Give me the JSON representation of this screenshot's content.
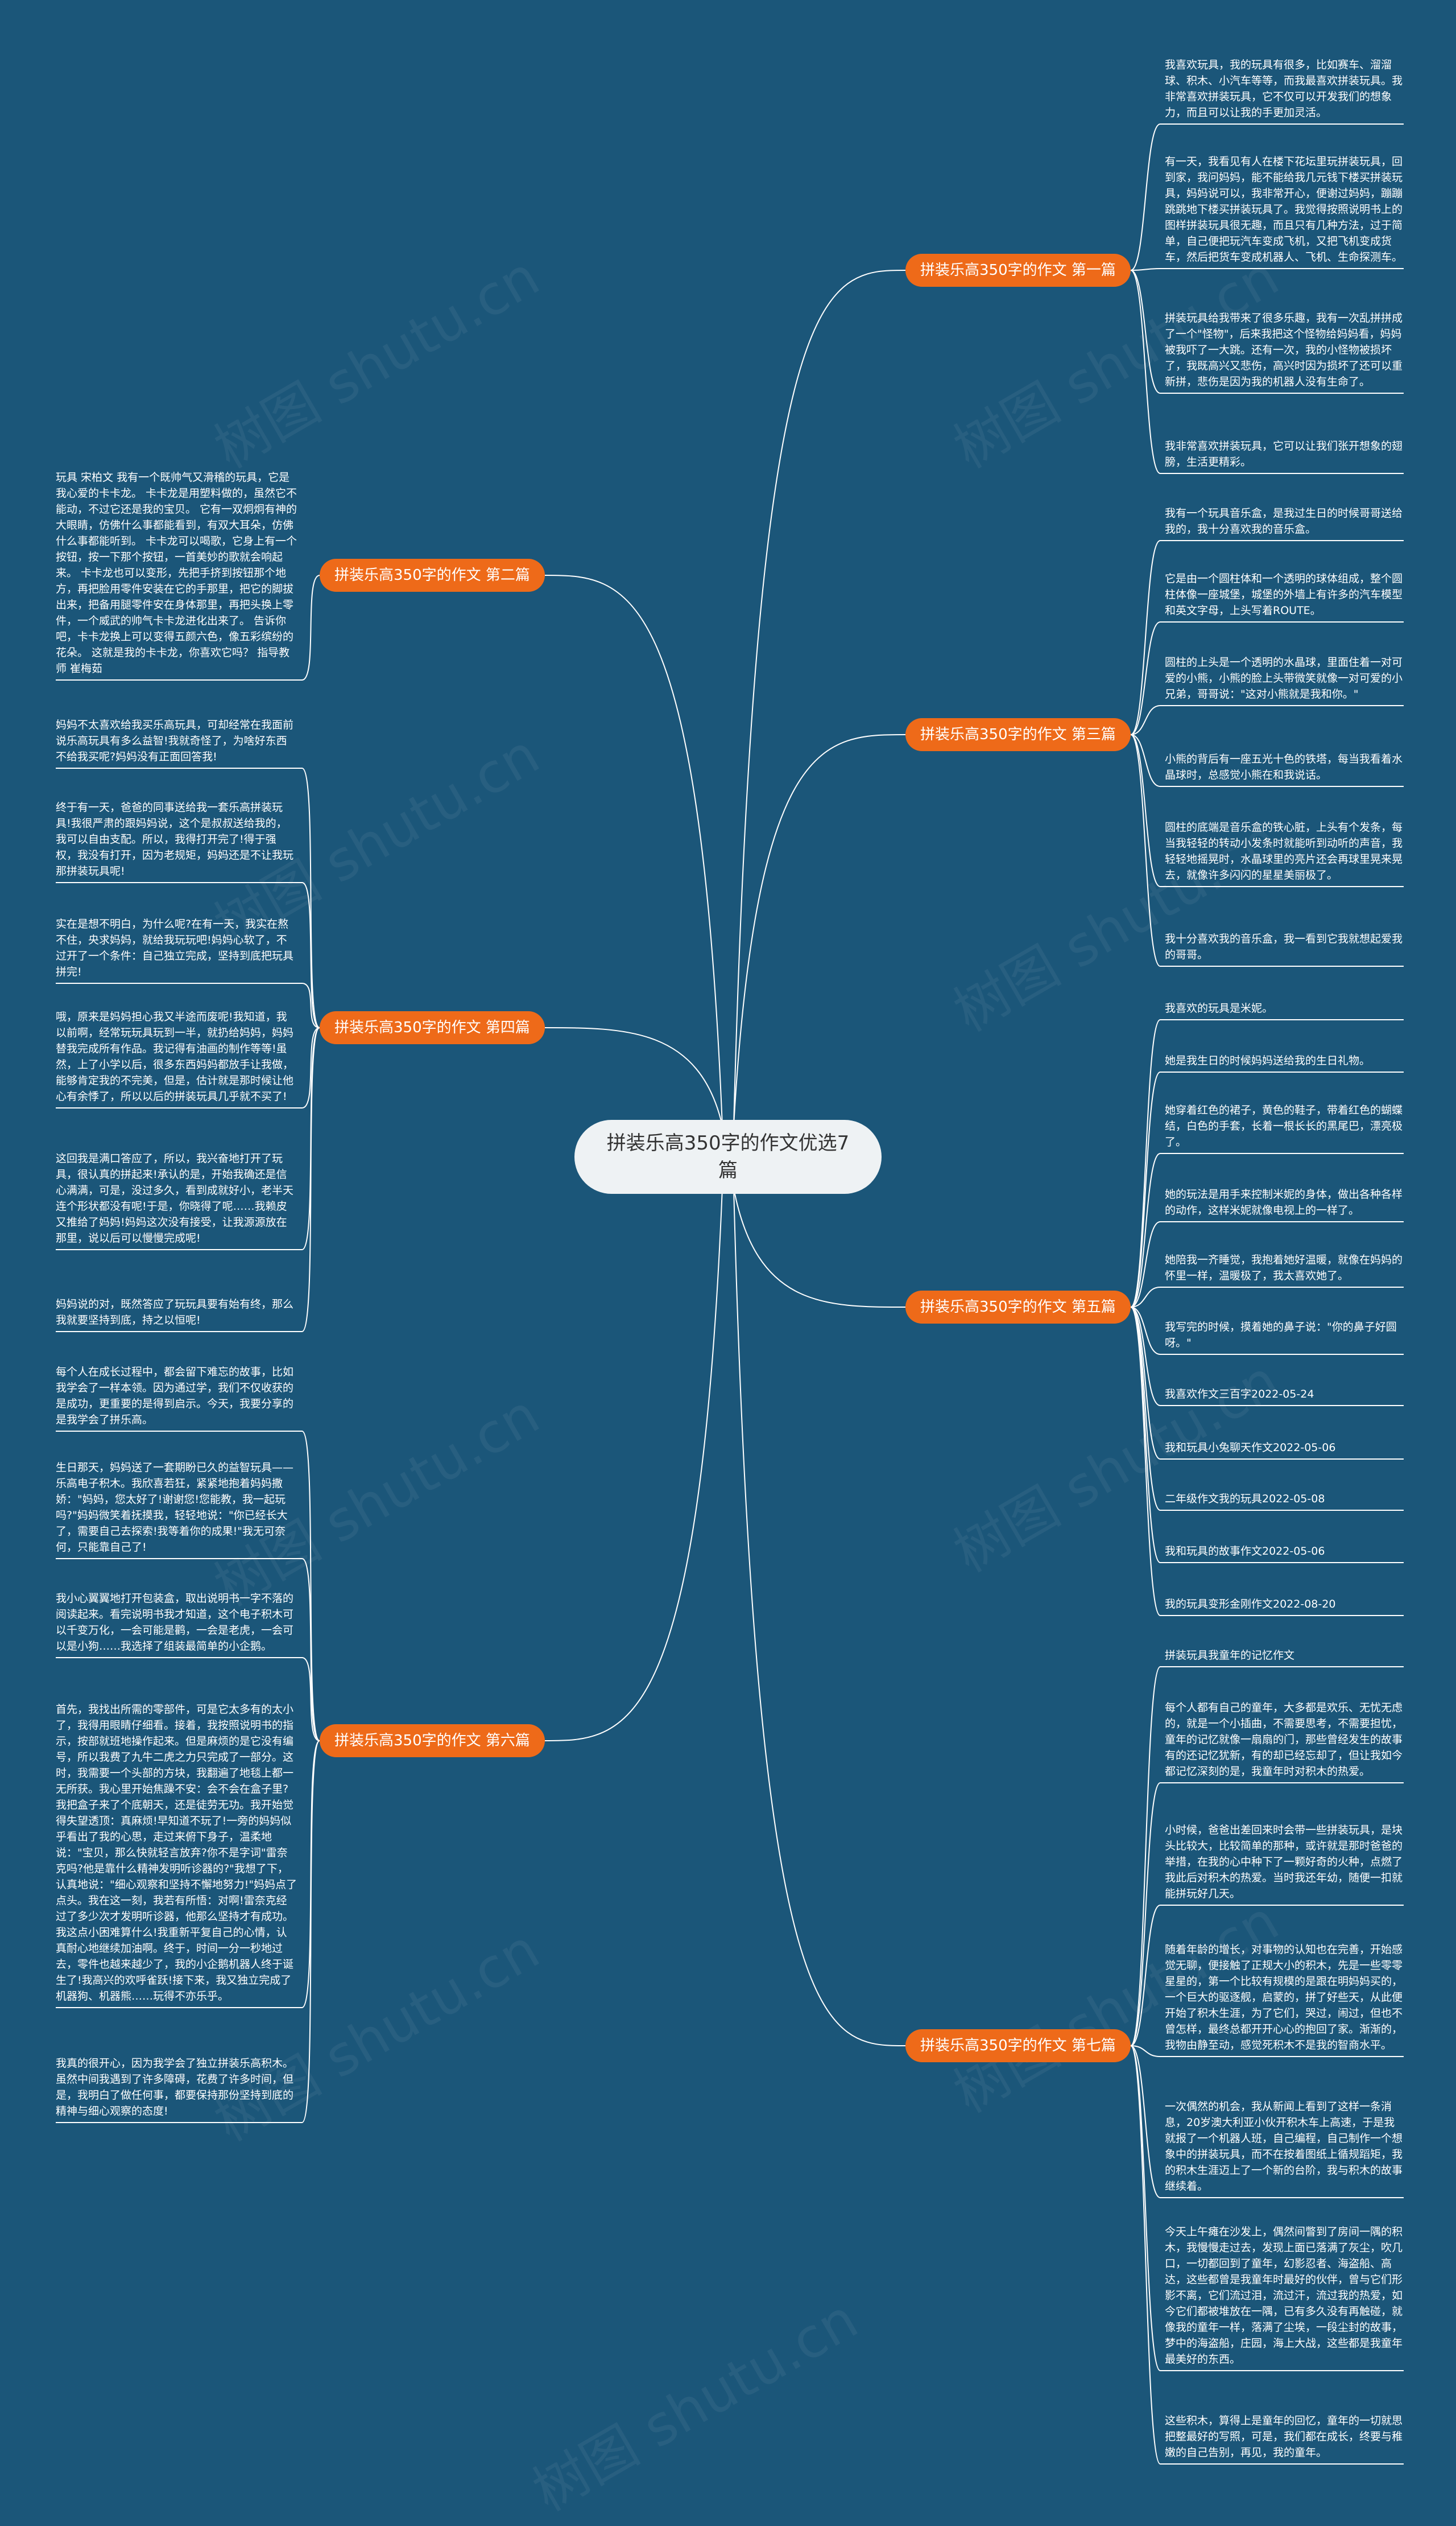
{
  "title": "拼装乐高350字的作文优选7篇",
  "watermark": "树图 shutu.cn",
  "colors": {
    "background": "#1b5679",
    "branch": "#ee6a19",
    "center": "#eef2f4",
    "line": "#ffffff"
  },
  "branches": [
    {
      "label": "拼装乐高350字的作文 第一篇",
      "leaves": [
        "我喜欢玩具，我的玩具有很多，比如赛车、溜溜球、积木、小汽车等等，而我最喜欢拼装玩具。我非常喜欢拼装玩具，它不仅可以开发我们的想象力，而且可以让我的手更加灵活。",
        "有一天，我看见有人在楼下花坛里玩拼装玩具，回到家，我问妈妈，能不能给我几元钱下楼买拼装玩具，妈妈说可以，我非常开心，便谢过妈妈，蹦蹦跳跳地下楼买拼装玩具了。我觉得按照说明书上的图样拼装玩具很无趣，而且只有几种方法，过于简单，自己便把玩汽车变成飞机，又把飞机变成货车，然后把货车变成机器人、飞机、生命探测车。",
        "拼装玩具给我带来了很多乐趣，我有一次乱拼拼成了一个\"怪物\"，后来我把这个怪物给妈妈看，妈妈被我吓了一大跳。还有一次，我的小怪物被损坏了，我既高兴又悲伤，高兴时因为损坏了还可以重新拼，悲伤是因为我的机器人没有生命了。",
        "我非常喜欢拼装玩具，它可以让我们张开想象的翅膀，生活更精彩。"
      ]
    },
    {
      "label": "拼装乐高350字的作文 第二篇",
      "leaves": [
        "玩具 宋柏文 我有一个既帅气又滑稽的玩具，它是我心爱的卡卡龙。 卡卡龙是用塑料做的，虽然它不能动，不过它还是我的宝贝。 它有一双炯炯有神的大眼睛，仿佛什么事都能看到，有双大耳朵，仿佛什么事都能听到。 卡卡龙可以喝歌，它身上有一个按钮，按一下那个按钮，一首美妙的歌就会响起来。 卡卡龙也可以变形，先把手挤到按钮那个地方，再把脸用零件安装在它的手那里，把它的脚拔出来，把备用腿零件安在身体那里，再把头换上零件，一个威武的帅气卡卡龙进化出来了。 告诉你吧，卡卡龙换上可以变得五颜六色，像五彩缤纷的花朵。 这就是我的卡卡龙，你喜欢它吗？ 指导教师 崔梅茹"
      ]
    },
    {
      "label": "拼装乐高350字的作文 第三篇",
      "leaves": [
        "我有一个玩具音乐盒，是我过生日的时候哥哥送给我的，我十分喜欢我的音乐盒。",
        "它是由一个圆柱体和一个透明的球体组成，整个圆柱体像一座城堡，城堡的外墙上有许多的汽车模型和英文字母，上头写着ROUTE。",
        "圆柱的上头是一个透明的水晶球，里面住着一对可爱的小熊，小熊的脸上头带微笑就像一对可爱的小兄弟，哥哥说：\"这对小熊就是我和你。\"",
        "小熊的背后有一座五光十色的铁塔，每当我看着水晶球时，总感觉小熊在和我说话。",
        "圆柱的底端是音乐盒的铁心脏，上头有个发条，每当我轻轻的转动小发条时就能听到动听的声音，我轻轻地摇晃时，水晶球里的亮片还会再球里晃来晃去，就像许多闪闪的星星美丽极了。",
        "我十分喜欢我的音乐盒，我一看到它我就想起爱我的哥哥。"
      ]
    },
    {
      "label": "拼装乐高350字的作文 第四篇",
      "leaves": [
        "妈妈不太喜欢给我买乐高玩具，可却经常在我面前说乐高玩具有多么益智!我就奇怪了，为啥好东西不给我买呢?妈妈没有正面回答我!",
        "终于有一天，爸爸的同事送给我一套乐高拼装玩具!我很严肃的跟妈妈说，这个是叔叔送给我的，我可以自由支配。所以，我得打开完了!得于强权，我没有打开，因为老规矩，妈妈还是不让我玩那拼装玩具呢!",
        "实在是想不明白，为什么呢?在有一天，我实在熬不住，央求妈妈，就给我玩玩吧!妈妈心软了，不过开了一个条件：自己独立完成，坚持到底把玩具拼完!",
        "哦，原来是妈妈担心我又半途而废呢!我知道，我以前啊，经常玩玩具玩到一半，就扔给妈妈，妈妈替我完成所有作品。我记得有油画的制作等等!虽然，上了小学以后，很多东西妈妈都放手让我做，能够肯定我的不完美，但是，估计就是那时候让他心有余悸了，所以以后的拼装玩具几乎就不买了!",
        "这回我是满口答应了，所以，我兴奋地打开了玩具，很认真的拼起来!承认的是，开始我确还是信心满满，可是，没过多久，看到成就好小，老半天连个形状都没有呢!于是，你晓得了呢……我赖皮又推给了妈妈!妈妈这次没有接受，让我源源放在那里，说以后可以慢慢完成呢!",
        "妈妈说的对，既然答应了玩玩具要有始有终，那么我就要坚持到底，持之以恒呢!"
      ]
    },
    {
      "label": "拼装乐高350字的作文 第五篇",
      "leaves": [
        "我喜欢的玩具是米妮。",
        "她是我生日的时候妈妈送给我的生日礼物。",
        "她穿着红色的裙子，黄色的鞋子，带着红色的蝴蝶结，白色的手套，长着一根长长的黑尾巴，漂亮极了。",
        "她的玩法是用手来控制米妮的身体，做出各种各样的动作，这样米妮就像电视上的一样了。",
        "她陪我一齐睡觉，我抱着她好温暖，就像在妈妈的怀里一样，温暖极了，我太喜欢她了。",
        "我写完的时候，摸着她的鼻子说：\"你的鼻子好圆呀。\"",
        "我喜欢作文三百字2022-05-24",
        "我和玩具小兔聊天作文2022-05-06",
        "二年级作文我的玩具2022-05-08",
        "我和玩具的故事作文2022-05-06",
        "我的玩具变形金刚作文2022-08-20"
      ]
    },
    {
      "label": "拼装乐高350字的作文 第六篇",
      "leaves": [
        "每个人在成长过程中，都会留下难忘的故事，比如我学会了一样本领。因为通过学，我们不仅收获的是成功，更重要的是得到启示。今天，我要分享的是我学会了拼乐高。",
        "生日那天，妈妈送了一套期盼已久的益智玩具——乐高电子积木。我欣喜若狂，紧紧地抱着妈妈撒娇：\"妈妈，您太好了!谢谢您!您能教，我一起玩吗?\"妈妈微笑着抚摸我，轻轻地说：\"你已经长大了，需要自己去探索!我等着你的成果!\"我无可奈何，只能靠自己了!",
        "我小心翼翼地打开包装盒，取出说明书一字不落的阅读起来。看完说明书我才知道，这个电子积木可以千变万化，一会可能是鹳，一会是老虎，一会可以是小狗……我选择了组装最简单的小企鹅。",
        "首先，我找出所需的零部件，可是它太多有的太小了，我得用眼睛仔细看。接着，我按照说明书的指示，按部就班地操作起来。但是麻烦的是它没有编号，所以我费了九牛二虎之力只完成了一部分。这时，我需要一个头部的方块，我翻遍了地毯上都一无所获。我心里开始焦躁不安：会不会在盒子里?我把盒子来了个底朝天，还是徒劳无功。我开始觉得失望透顶：真麻烦!早知道不玩了!一旁的妈妈似乎看出了我的心思，走过来俯下身子，温柔地说：\"宝贝，那么快就轻言放弃?你不是字词\"雷奈克吗?他是靠什么精神发明听诊器的?\"我想了下，认真地说：\"细心观察和坚持不懈地努力!\"妈妈点了点头。我在这一刻，我若有所悟：对啊!雷奈克经过了多少次才发明听诊器，他那么坚持才有成功。我这点小困难算什么!我重新平复自己的心情，认真耐心地继续加油啊。终于，时间一分一秒地过去，零件也越来越少了，我的小企鹅机器人终于诞生了!我高兴的欢呼雀跃!接下来，我又独立完成了机器狗、机器熊……玩得不亦乐乎。",
        "我真的很开心，因为我学会了独立拼装乐高积木。虽然中间我遇到了许多障碍，花费了许多时间，但是，我明白了做任何事，都要保持那份坚持到底的精神与细心观察的态度!"
      ]
    },
    {
      "label": "拼装乐高350字的作文 第七篇",
      "leaves": [
        "拼装玩具我童年的记忆作文",
        "每个人都有自己的童年，大多都是欢乐、无忧无虑的，就是一个小插曲，不需要思考，不需要担忧，童年的记忆就像一扇扇的门，那些曾经发生的故事有的还记忆犹新，有的却已经忘却了，但让我如今都记忆深刻的是，我童年时对积木的热爱。",
        "小时候，爸爸出差回来时会带一些拼装玩具，是块头比较大，比较简单的那种，或许就是那时爸爸的举措，在我的心中种下了一颗好奇的火种，点燃了我此后对积木的热爱。当时我还年幼，随便一扣就能拼玩好几天。",
        "随着年龄的增长，对事物的认知也在完善，开始感觉无聊，便接触了正规大小的积木，先是一些零零星星的，第一个比较有规模的是跟在明妈妈买的，一个巨大的驱逐舰，启蒙的，拼了好些天，从此便开始了积木生涯，为了它们，哭过，闹过，但也不曾怎样，最终总都开开心心的抱回了家。渐渐的，我物由静至动，感觉死积木不是我的智商水平。",
        "一次偶然的机会，我从新闻上看到了这样一条消息，20岁澳大利亚小伙开积木车上高速，于是我就报了一个机器人班，自己编程，自己制作一个想象中的拼装玩具，而不在按着图纸上循规蹈矩，我的积木生涯迈上了一个新的台阶，我与积木的故事继续着。",
        "今天上午瘫在沙发上，偶然间瞥到了房间一隅的积木，我慢慢走过去，发现上面已落满了灰尘，吹几口，一切都回到了童年，幻影忍者、海盗船、高达，这些都曾是我童年时最好的伙伴，曾与它们形影不离，它们流过泪，流过汗，流过我的热爱，如今它们都被堆放在一隅，已有多久没有再触碰，就像我的童年一样，落满了尘埃，一段尘封的故事，梦中的海盗船，庄园，海上大战，这些都是我童年最美好的东西。",
        "这些积木，算得上是童年的回忆，童年的一切就思把整最好的写照，可是，我们都在成长，终要与稚嫩的自己告别，再见，我的童年。"
      ]
    }
  ]
}
